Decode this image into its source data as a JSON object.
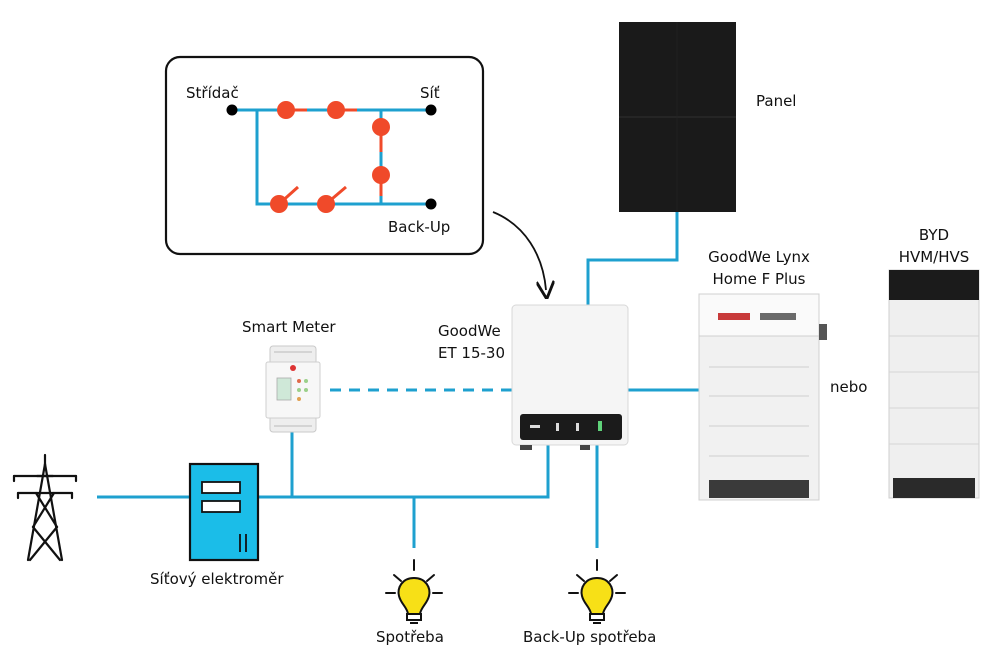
{
  "colors": {
    "wire": "#1ea0cf",
    "switch": "#f04a2a",
    "node": "#000000",
    "meter_fill": "#1bbde8",
    "bulb": "#f7e017",
    "panel": "#1a1a1a"
  },
  "inset": {
    "inverter_label": "Střídač",
    "grid_label": "Síť",
    "backup_label": "Back-Up"
  },
  "labels": {
    "panel": "Panel",
    "battery_lynx_line1": "GoodWe Lynx",
    "battery_lynx_line2": "Home F Plus",
    "battery_byd_line1": "BYD",
    "battery_byd_line2": "HVM/HVS",
    "or": "nebo",
    "smart_meter": "Smart Meter",
    "inverter_line1": "GoodWe",
    "inverter_line2": "ET 15-30",
    "grid_meter": "Síťový elektroměr",
    "consumption": "Spotřeba",
    "backup_consumption": "Back-Up spotřeba"
  },
  "icons": [
    "transmission-tower-icon",
    "bulb-icon",
    "solar-panel-icon",
    "battery-icon",
    "inverter-icon",
    "smart-meter-icon",
    "grid-meter-icon"
  ]
}
